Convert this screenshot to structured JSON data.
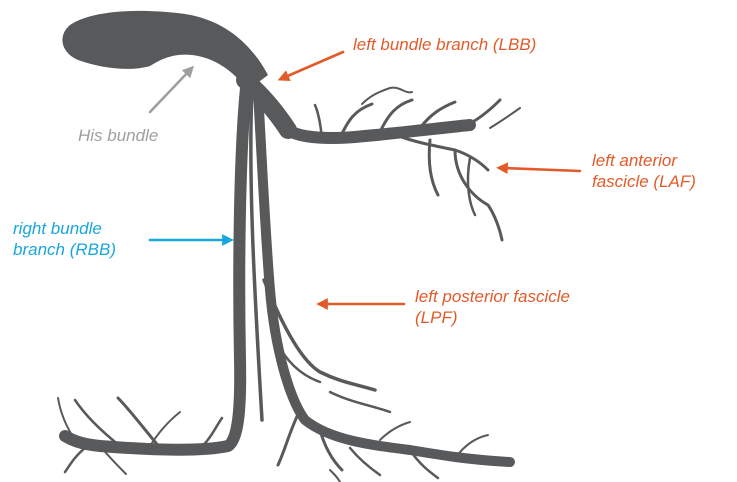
{
  "labels": {
    "lbb": "left bundle branch (LBB)",
    "his": "His bundle",
    "rbb": {
      "line1": "right bundle",
      "line2": "branch (RBB)"
    },
    "laf": {
      "line1": "left anterior",
      "line2": "fascicle (LAF)"
    },
    "lpf": {
      "line1": "left posterior fascicle",
      "line2": "(LPF)"
    }
  },
  "colors": {
    "conduction_tissue": "#58595b",
    "orange_label": "#e35a2a",
    "blue_label": "#19a6dc",
    "gray_label": "#9d9fa2"
  }
}
